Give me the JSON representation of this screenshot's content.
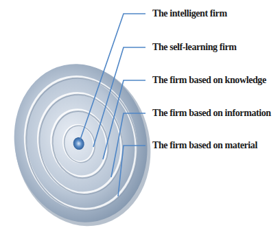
{
  "diagram": {
    "labels": [
      "The intelligent firm",
      "The self-learning firm",
      "The firm based on knowledge",
      "The firm based on information",
      "The firm based on material"
    ]
  }
}
